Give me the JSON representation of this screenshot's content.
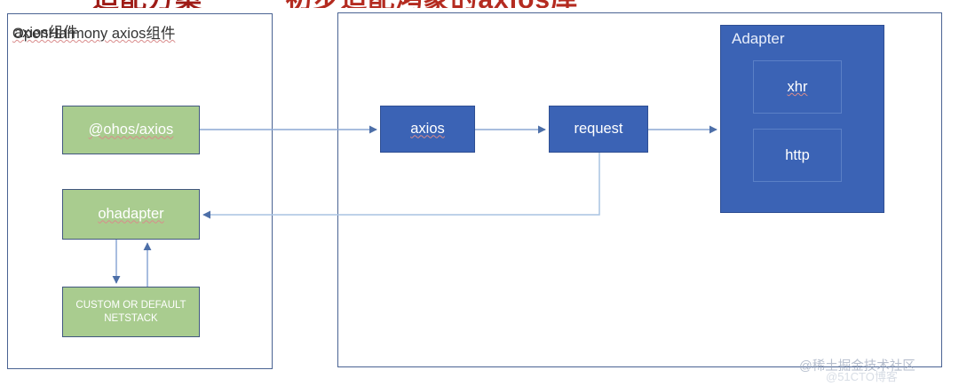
{
  "title": {
    "text_left": "适配方案",
    "text_right": "初步适配鸿蒙的axios库"
  },
  "panels": {
    "left": {
      "title": "OpenHarmony axios组件"
    },
    "right": {
      "title": "axios组件"
    }
  },
  "nodes": {
    "ohos_axios": "@ohos/axios",
    "ohadapter": "ohadapter",
    "netstack_line1": "CUSTOM OR DEFAULT",
    "netstack_line2": "NETSTACK",
    "axios": "axios",
    "request": "request",
    "adapter": "Adapter",
    "xhr": "xhr",
    "http": "http"
  },
  "watermark": {
    "main": "@稀土掘金技术社区",
    "sub": "@51CTO博客"
  },
  "colors": {
    "green_fill": "#a9cc8f",
    "blue_fill": "#3b63b5",
    "panel_border": "#4a6393",
    "connector": "#8ba7d4",
    "title_red": "#9e1b16"
  }
}
